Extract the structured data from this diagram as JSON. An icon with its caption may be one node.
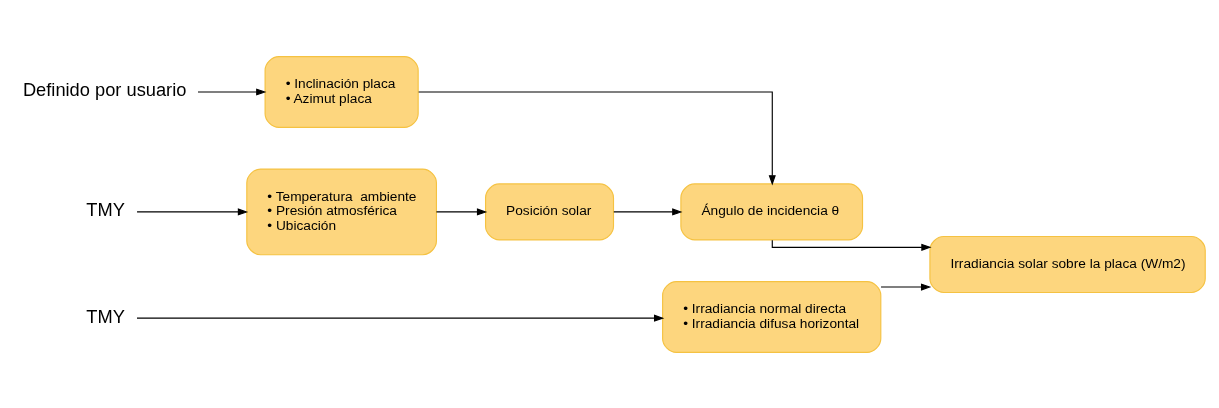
{
  "diagram": {
    "nodes": [
      {
        "text": [
          "TMY"
        ]
      },
      {
        "text": [
          "• Temperatura  ambiente",
          "• Presión atmosférica",
          "• Ubicación"
        ]
      },
      {
        "text": [
          "Posición solar"
        ]
      },
      {
        "text": [
          "Ángulo de incidencia θ"
        ]
      },
      {
        "text": [
          "Irradiancia solar sobre la placa (W/m2)"
        ]
      },
      {
        "text": [
          "Definido por usuario"
        ]
      },
      {
        "text": [
          "• Inclinación placa",
          "• Azimut placa"
        ]
      },
      {
        "text": [
          "TMY"
        ]
      },
      {
        "text": [
          "• Irradiancia normal directa",
          "• Irradiancia difusa horizontal"
        ]
      }
    ],
    "edges": [
      {
        "from": 0,
        "to": 1,
        "arrow": "to"
      },
      {
        "from": 1,
        "to": 2,
        "arrow": "to"
      },
      {
        "from": 2,
        "to": 3,
        "arrow": "to"
      },
      {
        "from": 6,
        "to": 3,
        "arrow": "to"
      },
      {
        "from": 3,
        "to": 4,
        "arrow": "to"
      },
      {
        "from": 8,
        "to": 4,
        "arrow": "to"
      },
      {
        "from": 5,
        "to": 6,
        "arrow": "to"
      },
      {
        "from": 7,
        "to": 8,
        "arrow": "to"
      }
    ]
  }
}
